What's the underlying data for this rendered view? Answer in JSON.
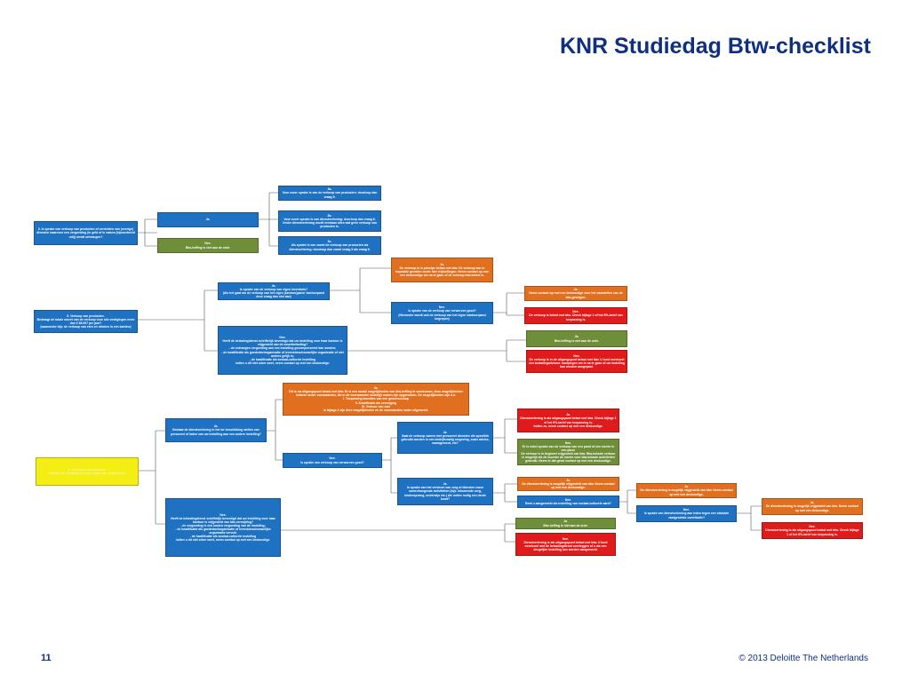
{
  "header": {
    "title": "KNR Studiedag Btw-checklist"
  },
  "footer": {
    "page_number": "11",
    "copyright": "© 2013 Deloitte The Netherlands"
  },
  "colors": {
    "blue": "#1f72c2",
    "orange": "#e07020",
    "green": "#6f8e3a",
    "red": "#e01b1b",
    "yellow": "#f5ee14",
    "title": "#10307f"
  },
  "flowchart": {
    "q_main_3": "3. Is sprake van verkoop van producten of verrichten van (overige) diensten waarvoor een vergoeding (in geld of in natura (bijvoorbeeld ruil)) wordt ontvangen?",
    "yes_3": "Ja.",
    "no_3": "Nee.\nBtw-heffing is niet aan de orde.",
    "opt_3a": "3a.\nVoor zover sprake is van de verkoop van producten: doorloop dan vraag 5.",
    "opt_3b": "3b.\nVoor zover sprake is van dienstverlening: doorloop dan vraag 6. Onder dienstverlening wordt verstaan alles wat geen verkoop van producten is.",
    "opt_3c": "3c.\nAls sprake is van zowel de verkoop van producten als dienstverlening: doorloop dan zowel vraag 5 als vraag 6.",
    "q_main_5": "5. Verkoop van producten.\nBedraagt de totale omzet van de verkoop voor alle vestigingen meer dan € 68.067 per jaar?\n(waaronder bijv. de verkoop van eten en drinken in een kantine)",
    "yes_5": "Ja.\nIs sprake van de verkoop van eigen inventaris?\n(Als het gaat om de verkoop van het eigen (kantoor)pand: kantoorpand deze vraag dan niet aan)",
    "no_5": "Nee.\nHeeft de belastingdienst schriftelijk bevestigd dat uw instelling voor haar kantoor is vrijgesteld van de omzetbelasting?\n- de ontvangen vergoeding aan een instelling gecompenseerd kan worden;\n- de kwalificatie als goededoelorganisatie of levensbeschouwelijke organisatie of niet anders gelijk is;\n- de kwalificatie als sociaal-culturele instelling\nindien u dit niet zeker weet, neem contact op met een deskundige.",
    "orange_inv": "Ja.\nDe verkoop is in principe belast met btw. De verkoop kan in bepaalde gevallen onder btw vrijstellingen. Neem contact op met een deskundige om na te gaan of de verkoop btw-belast is.",
    "q_occasional": "Nee.\nIs sprake van de verkoop van verworven goed?\n(Hieronder wordt ook de verkoop van het eigen kantoor/pand begrepen)",
    "orange_contact": "Ja.\nNeem contact op met een deskundige voor het vaststellen van de btw-gevolgen.",
    "red_5": "Nee.\nDe verkoop is belast met btw. Check bijlage 1 of het 6%-tarief van toepassing is.",
    "green_5": "Ja.\nBtw-heffing is niet aan de orde.",
    "red_5b": "Nee.\nDe verkoop is in de uitgangspunt belast met btw. U kunt eventueel een belastingadviseur raadplegen om te na te gaan of uw instelling kan worden aangepast.",
    "yellow_6": "6. Verrichten van diensten.\nVerricht uw instelling diensten tegen een vergoeding?",
    "orange_6": "Ja.\nDit is uw uitgangspunt belast met btw. Er is een aantal mogelijkheden van btw-heffing te voorkomen, deze mogelijkheden hebben onder voorwaarden, die in de voorwaarden duidelijk maken zijn opgenomen. De mogelijkheden zijn o.a.\nI. Toepassing kwesties van een gemeenschap\nII. Kwalificatie als vereniging\nIII. Verhuur van zaal\nIn bijlage 2 zijn deze mogelijkheden en de voorwaarden nader uitgewerkt.",
    "q_6_yes": "Ja.\nBestaat de dienstverlening in het ter beschikking stellen van personeel of laden van uw instelling aan een andere instelling?",
    "q_6_no": "Nee.\nIs sprake van verkoop van verworven goed?",
    "q_6_no_no": "Nee.\nHeeft de belastingdienst schriftelijk bevestigd dat uw instelling voor haar kantoor is vrijgesteld van btw-vermijding?\n- de vergoeding is een kosten vergoeding van de instelling;\n- de kwalificatie als goededoelorganisatie of levensbeschouwelijke organisatie vervult;\n- de kwalificatie als sociaal-culturele instelling\nIndien u dit niet zeker weet, neem contact op met een deskundige.",
    "q_6a": "Ja.\nGaat de verkoop samen met personeel diensten die specifiek gebruikt worden in een bedrijfsmatig omgeving, zoals advies, management, etc?",
    "q_6b": "Ja.\nIs sprake van het verlenen van zorg of diensten nauw samenhangende activiteiten (bijv. inkomende zorg, kinderopvang, onderwijs etc.) die indien nodig een derde komt?",
    "red_6a": "Ja.\nDienstverlening is als uitgangspunt belast met btw. Check bijlage 1 of het 6%-tarief van toepassing is.\nIndien zo, neem contact op met een deskundige.",
    "green_6a": "Nee.\nEr is enkel sprake van de verkoop van een pand of een ruimte in een pand.\nDe verhuur is in beginsel vrijgesteld van btw. Btw-belaste verhuur is mogelijk als de huurder de ruimte voor btw-belaste activiteiten gebruikt. Neem in dat geval contact op met een deskundige.",
    "orange_6b": "Ja.\nDe dienstverlening is mogelijk vrijgesteld van btw. Neem contact op met een deskundige.",
    "q_6c": "Nee.\nBent u aangemerkt als instelling van sociaal-culturele aard?",
    "orange_6c": "Ja.\nDe dienstverlening is mogelijk vrijgesteld van btw. Neem contact op met een deskundige.",
    "q_6d": "Nee.\nIs sprake van dienstverlening aan leden tegen een statutair vastgestelde contributie?",
    "orange_6d": "Ja.\nDe dienstverlening is mogelijk vrijgesteld van btw. Neem contact op met een deskundige.",
    "red_6d": "Nee.\nDienstverlening is als uitgangspunt belast met btw. Check bijlage 1 of het 6%-tarief van toepassing is.",
    "green_6e": "Ja.\nBtw-heffing is niet aan de orde.",
    "red_6e": "Nee.\nDienstverlening is als uitgangspunt belast met btw. U kunt eventueel met de belastingdienst overleggen of u als een dergelijke instelling kan worden aangemerkt."
  }
}
